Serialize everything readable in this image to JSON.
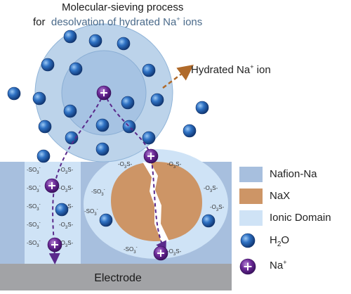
{
  "title": {
    "line1": "Molecular-sieving process",
    "line2_prefix": "for",
    "line2_main": "desolvation of hydrated Na",
    "line2_sup": "+",
    "line2_suffix": " ions"
  },
  "callout": {
    "text": "Hydrated Na",
    "sup": "+",
    "suffix": " ion"
  },
  "legend": {
    "nafion": "Nafion-Na",
    "nax": "NaX",
    "ionic": "Ionic Domain",
    "h2o_main": "H",
    "h2o_sub": "2",
    "h2o_end": "O",
    "na_main": "Na",
    "na_sup": "+"
  },
  "group_label": "-SO",
  "group_sub": "3",
  "group_sup": "-",
  "group_label_alt": "-O",
  "group_sub_alt": "3",
  "group_suffix_alt": "S-",
  "electrode": "Electrode",
  "colors": {
    "outer_sphere": "#bcd3ea",
    "inner_sphere": "#a6c3e3",
    "nafion": "#a7bfde",
    "ionic_domain": "#cfe3f6",
    "nax": "#cd9566",
    "electrode": "#a2a3a6",
    "water": "#2d6fc0",
    "na_ion": "#6f2a9c",
    "path_arrow": "#5a2a8c",
    "callout_arrow": "#b06a2a"
  }
}
